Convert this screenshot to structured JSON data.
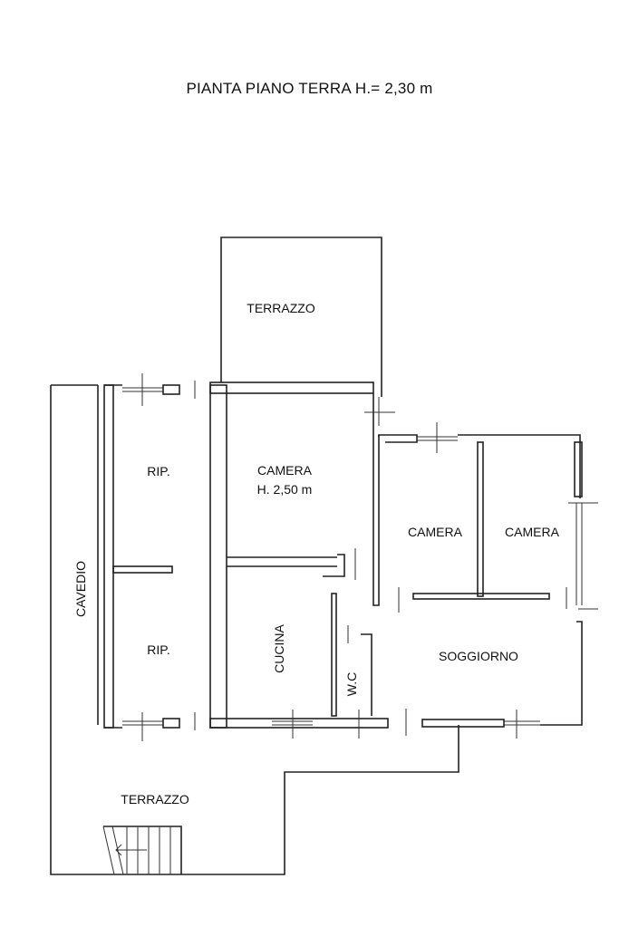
{
  "title": "PIANTA PIANO TERRA H.= 2,30 m",
  "rooms": {
    "terrazzo_top": "TERRAZZO",
    "rip_top": "RIP.",
    "rip_bottom": "RIP.",
    "camera_main": "CAMERA",
    "camera_main_height": "H. 2,50 m",
    "camera_mid": "CAMERA",
    "camera_right": "CAMERA",
    "cavedio": "CAVEDIO",
    "cucina": "CUCINA",
    "wc": "W.C",
    "soggiorno": "SOGGIORNO",
    "terrazzo_bottom": "TERRAZZO"
  }
}
